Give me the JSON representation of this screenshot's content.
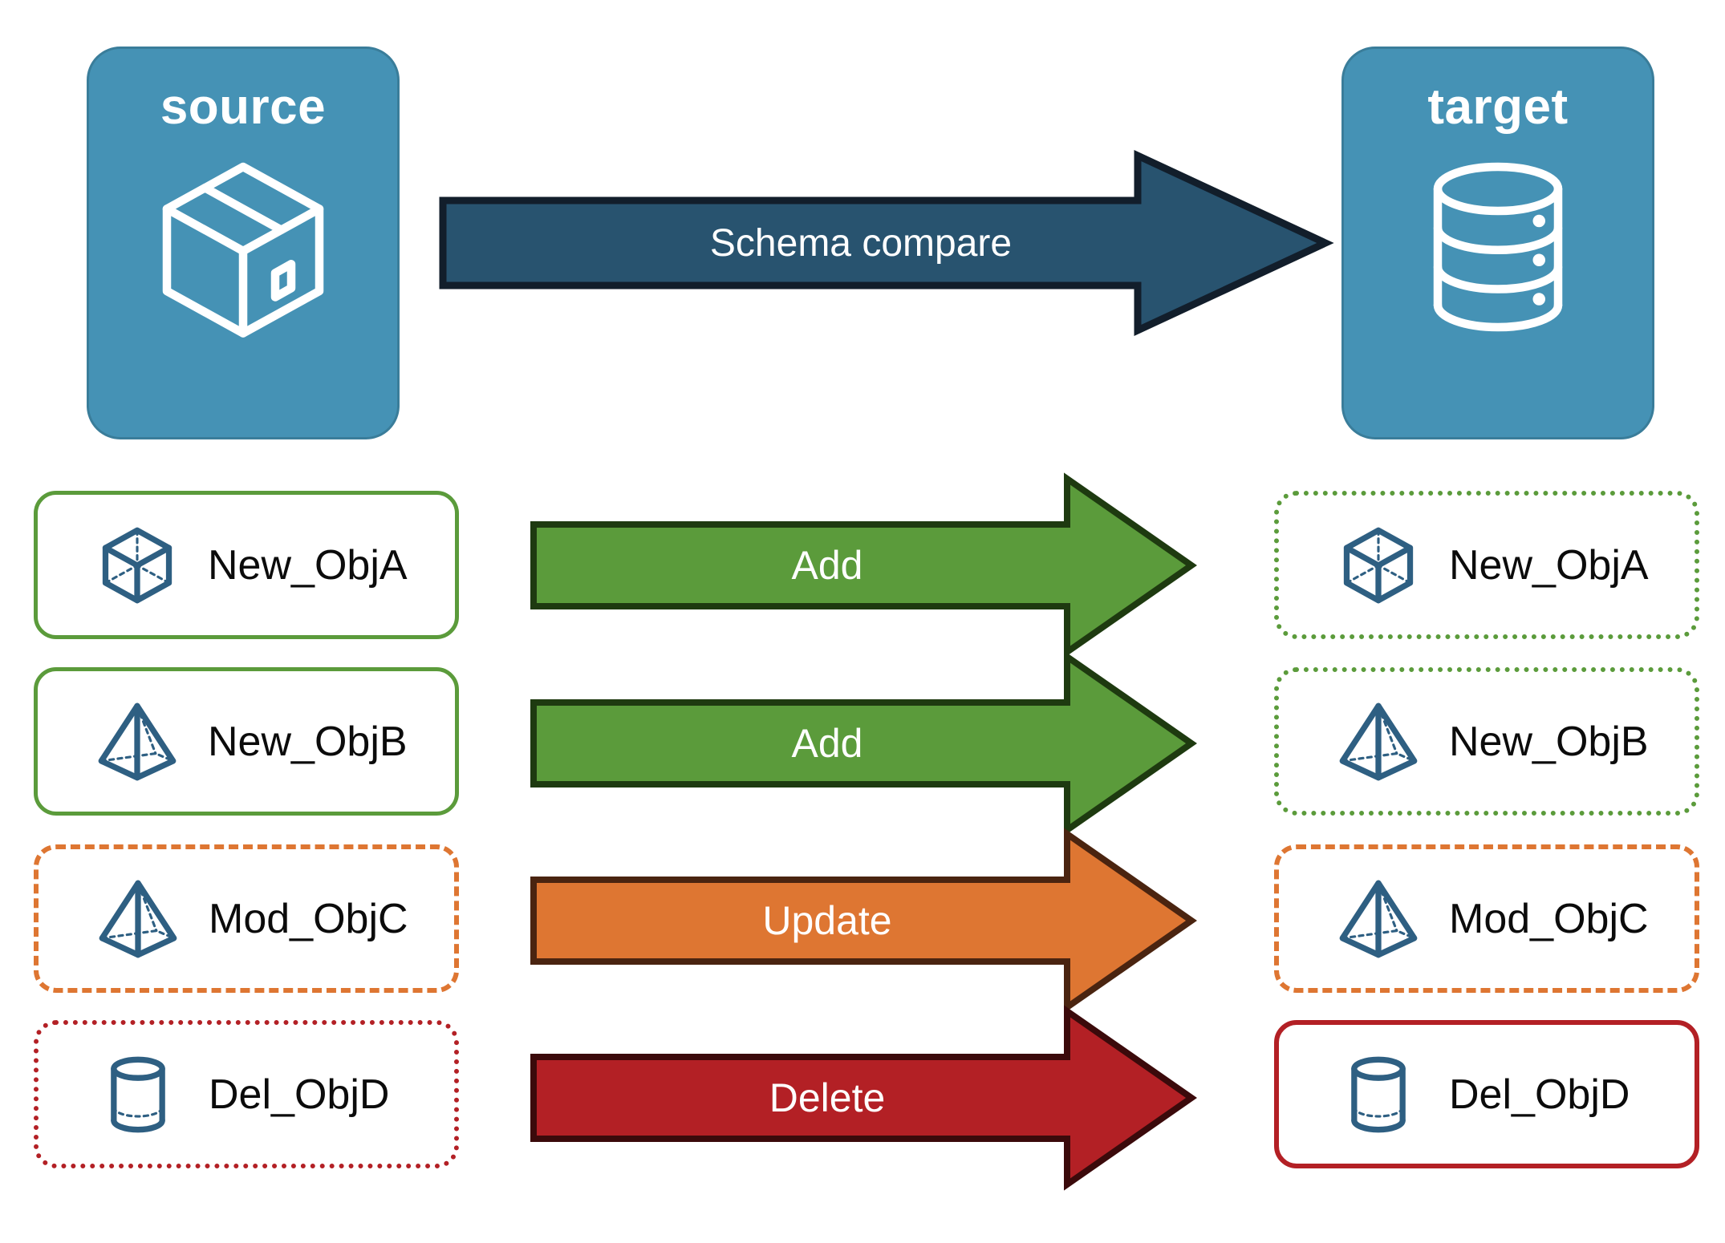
{
  "diagram": {
    "title": "Schema compare source to target",
    "source_panel": {
      "label": "source",
      "icon": "package-cube-icon",
      "fill": "#4592B5",
      "stroke": "#3A7D9A"
    },
    "target_panel": {
      "label": "target",
      "icon": "database-cylinder-icon",
      "fill": "#4592B5",
      "stroke": "#3A7D9A"
    },
    "compare_arrow": {
      "label": "Schema compare",
      "fill": "#28536F",
      "stroke": "#121E2B",
      "text_color": "#FFFFFF"
    },
    "colors": {
      "green": "#5B9B3B",
      "green_dark": "#1E3A10",
      "orange": "#DE7632",
      "orange_dark": "#4A2410",
      "red": "#B32025",
      "red_dark": "#3B0A0B",
      "icon_blue": "#2E5F82",
      "panel_blue": "#4592B5"
    },
    "rows": [
      {
        "source": {
          "label": "New_ObjA",
          "icon": "wireframe-cube-icon",
          "border_style": "solid",
          "border_color": "#5B9B3B"
        },
        "action": {
          "label": "Add",
          "fill": "#5B9B3B",
          "stroke": "#1E3A10"
        },
        "target": {
          "label": "New_ObjA",
          "icon": "wireframe-cube-icon",
          "border_style": "dotted",
          "border_color": "#5B9B3B"
        }
      },
      {
        "source": {
          "label": "New_ObjB",
          "icon": "wireframe-pyramid-icon",
          "border_style": "solid",
          "border_color": "#5B9B3B"
        },
        "action": {
          "label": "Add",
          "fill": "#5B9B3B",
          "stroke": "#1E3A10"
        },
        "target": {
          "label": "New_ObjB",
          "icon": "wireframe-pyramid-icon",
          "border_style": "dotted",
          "border_color": "#5B9B3B"
        }
      },
      {
        "source": {
          "label": "Mod_ObjC",
          "icon": "wireframe-pyramid-icon",
          "border_style": "dashed",
          "border_color": "#DE7632"
        },
        "action": {
          "label": "Update",
          "fill": "#DE7632",
          "stroke": "#4A2410"
        },
        "target": {
          "label": "Mod_ObjC",
          "icon": "wireframe-pyramid-icon",
          "border_style": "dashed",
          "border_color": "#DE7632"
        }
      },
      {
        "source": {
          "label": "Del_ObjD",
          "icon": "wireframe-cylinder-icon",
          "border_style": "dotted",
          "border_color": "#B32025"
        },
        "action": {
          "label": "Delete",
          "fill": "#B32025",
          "stroke": "#3B0A0B"
        },
        "target": {
          "label": "Del_ObjD",
          "icon": "wireframe-cylinder-icon",
          "border_style": "solid",
          "border_color": "#B32025"
        }
      }
    ]
  }
}
